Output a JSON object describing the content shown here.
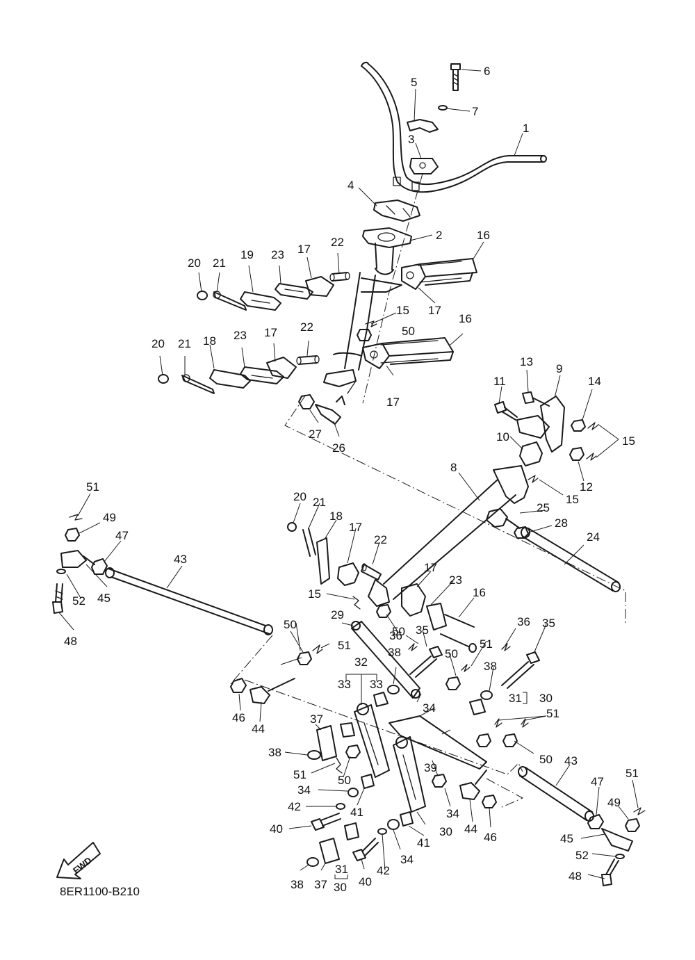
{
  "diagram_code": "8ER1100-B210",
  "fwd_label": "FWD",
  "callouts": [
    "1",
    "2",
    "3",
    "4",
    "5",
    "6",
    "7",
    "8",
    "9",
    "10",
    "11",
    "12",
    "13",
    "14",
    "15",
    "16",
    "17",
    "18",
    "19",
    "20",
    "21",
    "22",
    "23",
    "24",
    "25",
    "26",
    "27",
    "28",
    "29",
    "30",
    "31",
    "32",
    "33",
    "34",
    "35",
    "36",
    "37",
    "38",
    "39",
    "40",
    "41",
    "42",
    "43",
    "44",
    "45",
    "46",
    "47",
    "48",
    "49",
    "50",
    "51",
    "52"
  ]
}
